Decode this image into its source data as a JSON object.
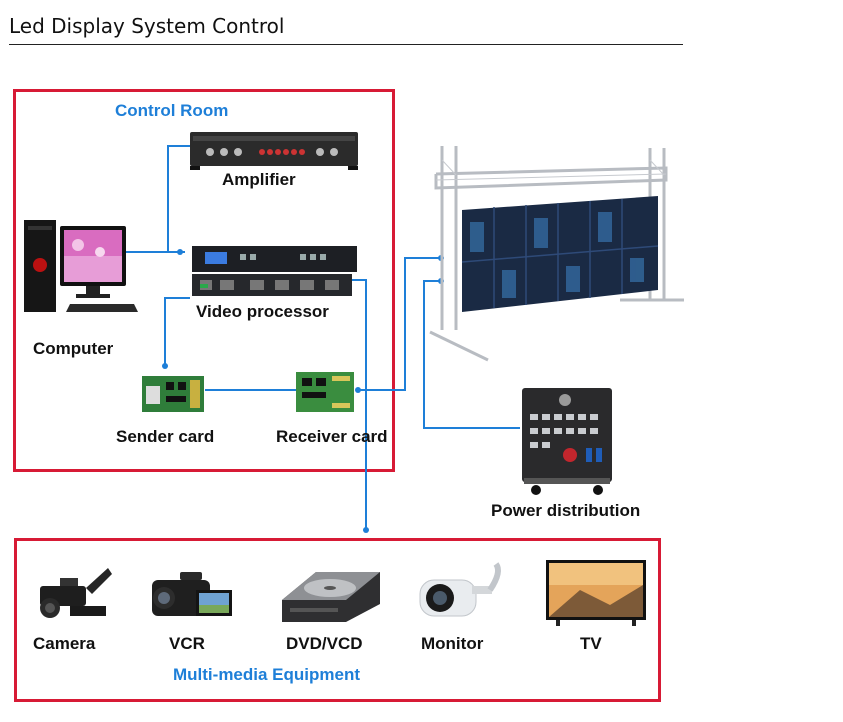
{
  "page": {
    "title": "Led Display System Control"
  },
  "control_room": {
    "heading": "Control Room",
    "devices": {
      "amplifier": "Amplifier",
      "video_processor": "Video processor",
      "computer": "Computer",
      "sender_card": "Sender card",
      "receiver_card": "Receiver card"
    }
  },
  "outside": {
    "power_distribution": "Power distribution"
  },
  "multimedia": {
    "heading": "Multi-media Equipment",
    "items": [
      "Camera",
      "VCR",
      "DVD/VCD",
      "Monitor",
      "TV"
    ]
  },
  "colors": {
    "frame": "#d71a35",
    "connector": "#1e7fd8",
    "heading": "#1e7fd8"
  }
}
